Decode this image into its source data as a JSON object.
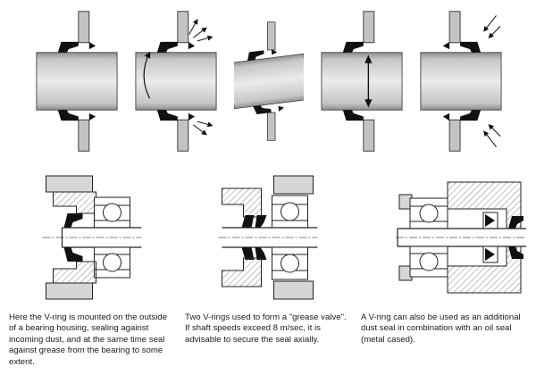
{
  "page": {
    "background": "#ffffff",
    "line_color": "#1a1a1a",
    "shaft_gray": "#c9c9c9",
    "seal_black": "#111111"
  },
  "figures": {
    "top": [
      {
        "alt": "v-ring-on-shaft-sealing-against-vertical-counterface"
      },
      {
        "alt": "rotating-shaft-v-ring-flinging-off-liquid-and-dirt"
      },
      {
        "alt": "v-ring-accommodating-shaft-misalignment"
      },
      {
        "alt": "v-ring-accommodating-radial-shaft-displacement"
      },
      {
        "alt": "v-ring-excluding-dust-and-spray-from-outside"
      }
    ],
    "bottom": [
      {
        "alt": "v-ring-mounted-outside-bearing-housing"
      },
      {
        "alt": "two-v-rings-forming-grease-valve"
      },
      {
        "alt": "v-ring-as-dust-seal-with-metal-cased-oil-seal"
      }
    ]
  },
  "captions": [
    {
      "text": "Here the V-ring is mounted on the outside of a bearing housing, sealing against incoming dust, and at the same time seal against grease from the bearing to some extent."
    },
    {
      "text": "Two V-rings used to form a \"grease valve\". If shaft speeds exceed 8 m/sec, it is advisable to secure the seal axially."
    },
    {
      "text": "A V-ring can also be used as an additional dust seal in combination with an oil seal (metal cased)."
    }
  ]
}
